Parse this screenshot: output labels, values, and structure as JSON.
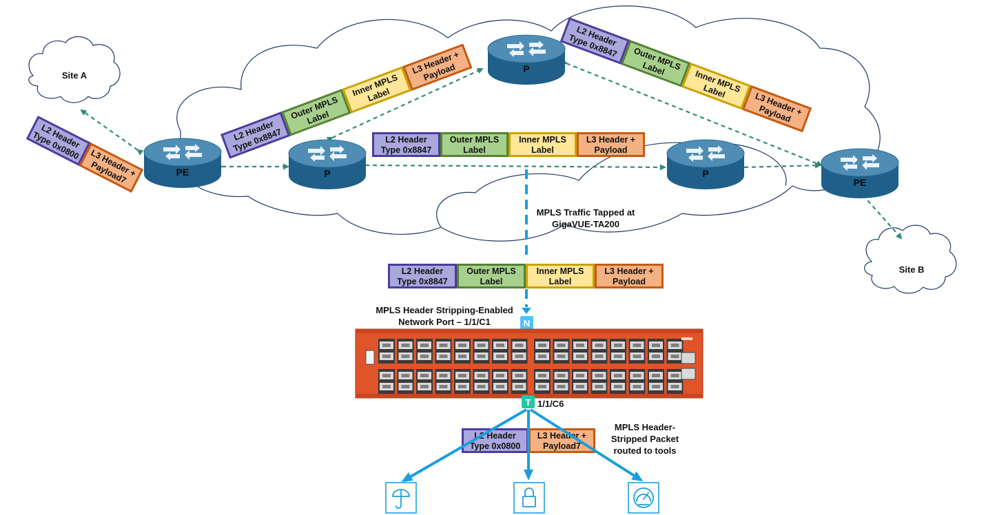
{
  "colors": {
    "l2_fill": "#a9a7dc",
    "l2_stroke": "#4b3c9e",
    "outer_fill": "#a8d08d",
    "outer_stroke": "#548235",
    "inner_fill": "#ffe699",
    "inner_stroke": "#c9a200",
    "l3_fill": "#f4b183",
    "l3_stroke": "#c55a11",
    "router_top": "#4f8db5",
    "router_side": "#1f5f8a",
    "link": "#2e8b7a",
    "tap": "#1a9ee0",
    "device": "#e0542a",
    "port_n": "#4fc3f7",
    "port_t": "#26c6a0"
  },
  "sites": {
    "a": "Site A",
    "b": "Site B"
  },
  "routers": {
    "pe_left": "PE",
    "p_top": "P",
    "p_mid_left": "P",
    "p_mid_right": "P",
    "pe_right": "PE"
  },
  "packets": {
    "left_pe": [
      {
        "lines": [
          "L2 Header",
          "Type 0x0800"
        ],
        "kind": "l2"
      },
      {
        "lines": [
          "L3 Header +",
          "Payload7"
        ],
        "kind": "l3"
      }
    ],
    "upper_left": [
      {
        "lines": [
          "L2 Header",
          "Type 0x8847"
        ],
        "kind": "l2"
      },
      {
        "lines": [
          "Outer MPLS",
          "Label"
        ],
        "kind": "outer"
      },
      {
        "lines": [
          "Inner MPLS",
          "Label"
        ],
        "kind": "inner"
      },
      {
        "lines": [
          "L3 Header +",
          "Payload"
        ],
        "kind": "l3"
      }
    ],
    "upper_right": [
      {
        "lines": [
          "L2 Header",
          "Type 0x8847"
        ],
        "kind": "l2"
      },
      {
        "lines": [
          "Outer MPLS",
          "Label"
        ],
        "kind": "outer"
      },
      {
        "lines": [
          "Inner MPLS",
          "Label"
        ],
        "kind": "inner"
      },
      {
        "lines": [
          "L3 Header +",
          "Payload"
        ],
        "kind": "l3"
      }
    ],
    "middle": [
      {
        "lines": [
          "L2 Header",
          "Type 0x8847"
        ],
        "kind": "l2"
      },
      {
        "lines": [
          "Outer MPLS",
          "Label"
        ],
        "kind": "outer"
      },
      {
        "lines": [
          "Inner MPLS",
          "Label"
        ],
        "kind": "inner"
      },
      {
        "lines": [
          "L3 Header +",
          "Payload"
        ],
        "kind": "l3"
      }
    ],
    "tapped": [
      {
        "lines": [
          "L2 Header",
          "Type 0x8847"
        ],
        "kind": "l2"
      },
      {
        "lines": [
          "Outer MPLS",
          "Label"
        ],
        "kind": "outer"
      },
      {
        "lines": [
          "Inner MPLS",
          "Label"
        ],
        "kind": "inner"
      },
      {
        "lines": [
          "L3 Header +",
          "Payload"
        ],
        "kind": "l3"
      }
    ],
    "stripped": [
      {
        "lines": [
          "L2 Header",
          "Type 0x0800"
        ],
        "kind": "l2"
      },
      {
        "lines": [
          "L3 Header +",
          "Payload7"
        ],
        "kind": "l3"
      }
    ]
  },
  "labels": {
    "tapped_line1": "MPLS Traffic Tapped at",
    "tapped_line2": "GigaVUE-TA200",
    "stripping_line1": "MPLS Header Stripping-Enabled",
    "stripping_line2": "Network Port – 1/1/C1",
    "port_n": "N",
    "port_t": "T",
    "tool_port": "1/1/C6",
    "result_line1": "MPLS Header-",
    "result_line2": "Stripped Packet",
    "result_line3": "routed to tools"
  },
  "tools": [
    {
      "icon": "umbrella-icon"
    },
    {
      "icon": "lock-icon"
    },
    {
      "icon": "gauge-icon"
    }
  ]
}
